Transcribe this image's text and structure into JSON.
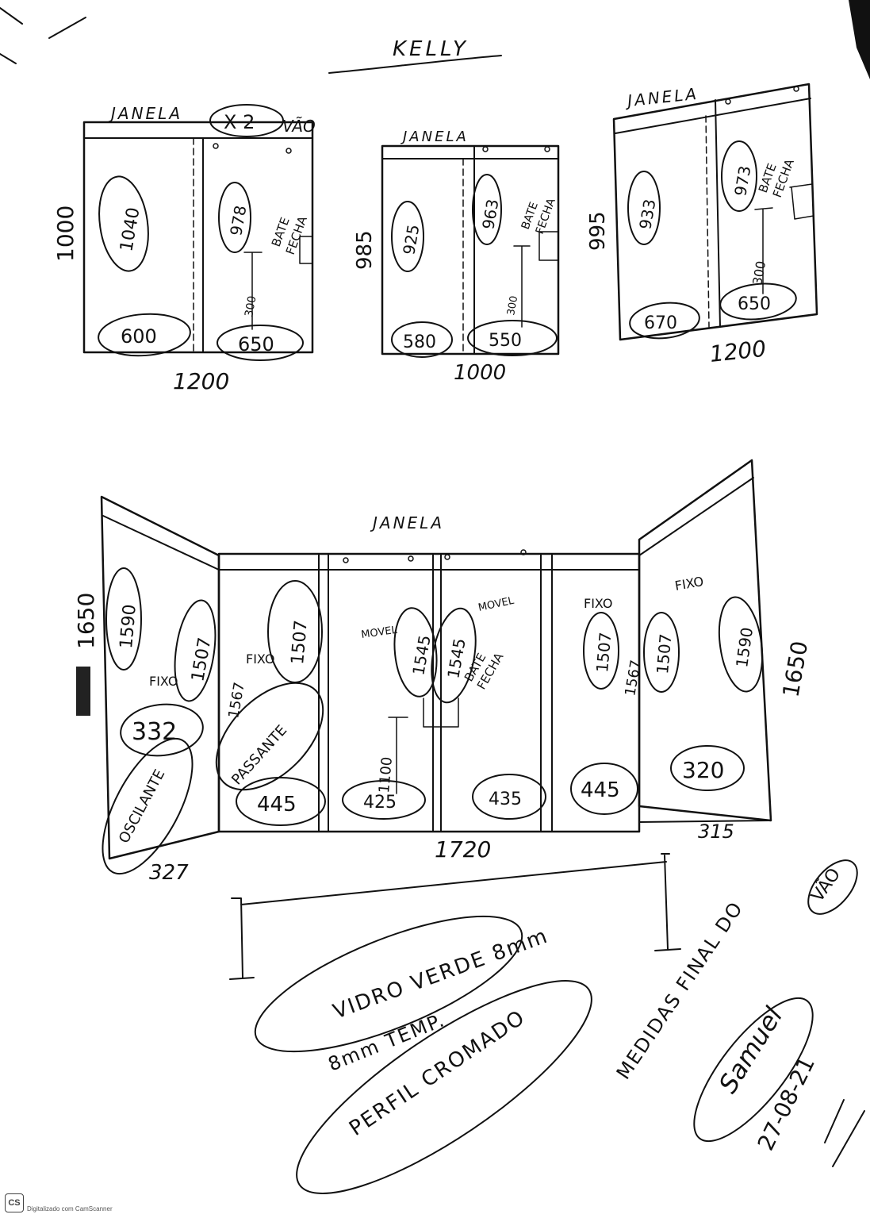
{
  "title": "KELLY",
  "windows_top": [
    {
      "label": "JANELA",
      "label_extra": "X 2",
      "label_suffix": "VÃO",
      "height": "1000",
      "width": "1200",
      "left_pane_height": "1040",
      "left_pane_width": "600",
      "right_pane_height": "978",
      "right_pane_width": "650",
      "latch_note_1": "BATE",
      "latch_note_2": "FECHA",
      "latch_height": "300"
    },
    {
      "label": "JANELA",
      "height": "985",
      "width": "1000",
      "left_pane_height": "925",
      "left_pane_width": "580",
      "right_pane_height": "963",
      "right_pane_width": "550",
      "latch_note_1": "BATE",
      "latch_note_2": "FECHA",
      "latch_height": "300"
    },
    {
      "label": "JANELA",
      "height": "995",
      "width": "1200",
      "left_pane_height": "933",
      "left_pane_width": "670",
      "right_pane_height": "973",
      "right_pane_width": "650",
      "latch_note_1": "BATE",
      "latch_note_2": "FECHA",
      "latch_height": "300"
    }
  ],
  "big_window": {
    "label": "JANELA",
    "height_left": "1650",
    "height_right": "1650",
    "width_left": "327",
    "width_center": "1720",
    "width_right": "315",
    "inner_height_left": "1567",
    "inner_height_right": "1567",
    "panels": {
      "p1_height": "1590",
      "p1_width": "332",
      "p1_type": "OSCILANTE",
      "p1_fixo": "FIXO",
      "p1_h2": "1507",
      "p2_height": "1507",
      "p2_fixo": "FIXO",
      "p2_type": "PASSANTE",
      "p2_width": "445",
      "p3_label": "MOVEL",
      "p3_height": "1545",
      "p3_width": "425",
      "p4_label": "MOVEL",
      "p4_height": "1545",
      "p4_width": "435",
      "p4_note_1": "BATE",
      "p4_note_2": "FECHA",
      "latch_height": "1100",
      "p5_fixo": "FIXO",
      "p5_height": "1507",
      "p5_width": "445",
      "p6_fixo": "FIXO",
      "p6_h1": "1507",
      "p6_height": "1590",
      "p6_width": "320"
    }
  },
  "notes": {
    "glass_1": "VIDRO VERDE 8mm",
    "glass_2": "8mm TEMP.",
    "profile": "PERFIL CROMADO",
    "final_1": "MEDIDAS FINAL DO",
    "final_2": "VÃO",
    "signature": "Samuel",
    "date": "27-08-21"
  },
  "scanner": {
    "logo": "CS",
    "caption": "Digitalizado com CamScanner"
  }
}
